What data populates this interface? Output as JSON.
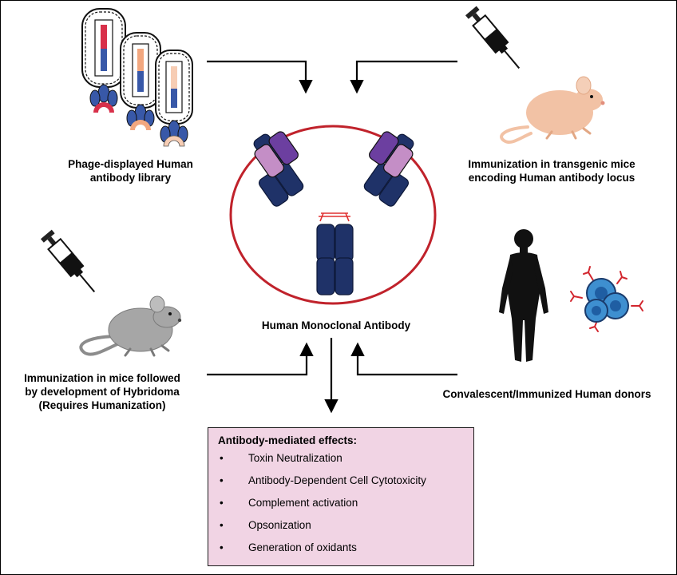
{
  "labels": {
    "phage_library": [
      "Phage-displayed Human",
      "antibody library"
    ],
    "transgenic_mice": [
      "Immunization in transgenic mice",
      "encoding Human antibody locus"
    ],
    "hybridoma": [
      "Immunization in mice followed",
      "by development of Hybridoma",
      "(Requires Humanization)"
    ],
    "donors": [
      "Convalescent/Immunized Human donors"
    ],
    "center": "Human Monoclonal Antibody"
  },
  "effects": {
    "title": "Antibody-mediated effects:",
    "bullet": "•",
    "items": [
      "Toxin Neutralization",
      "Antibody-Dependent Cell Cytotoxicity",
      "Complement activation",
      "Opsonization",
      "Generation of oxidants"
    ]
  },
  "icons": {
    "phage": "phage-icon",
    "syringe": "syringe-icon",
    "mouse": "mouse-icon",
    "human": "human-silhouette-icon",
    "cells": "b-cell-icon",
    "antibody": "antibody-icon"
  },
  "colors": {
    "ring": "#c0222b",
    "antibody_dark": "#1f3268",
    "antibody_violet": "#6c3fa0",
    "antibody_pink": "#c48ec6",
    "hinge": "#e03030",
    "mouse_transgenic": "#f2c2a5",
    "mouse_gray": "#a6a6a6",
    "phage_red": "#d8304a",
    "phage_orange": "#f2a77f",
    "phage_peach": "#f7cdb4",
    "phage_blue": "#3858a8",
    "cell_blue": "#3e8fd0",
    "effects_bg": "#f1d4e4"
  }
}
